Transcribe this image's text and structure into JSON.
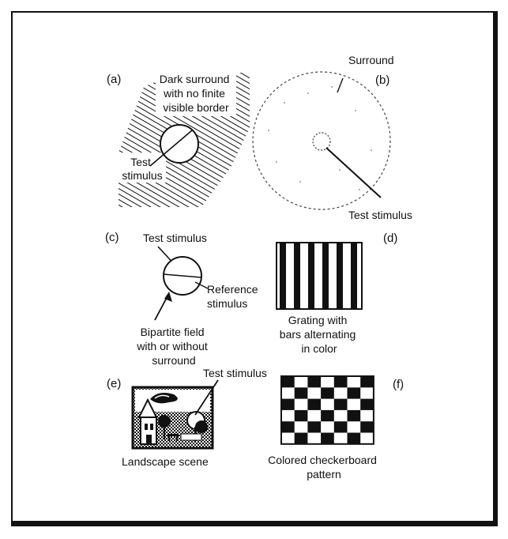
{
  "colors": {
    "ink": "#111111",
    "paper": "#ffffff"
  },
  "panels": {
    "a": {
      "letter": "(a)",
      "surround_lines": [
        "Dark surround",
        "with no finite",
        "visible border"
      ],
      "test_lines": [
        "Test",
        "stimulus"
      ]
    },
    "b": {
      "letter": "(b)",
      "surround": "Surround",
      "test": "Test stimulus"
    },
    "c": {
      "letter": "(c)",
      "test": "Test stimulus",
      "reference_lines": [
        "Reference",
        "stimulus"
      ],
      "bipartite_lines": [
        "Bipartite field",
        "with or without",
        "surround"
      ]
    },
    "d": {
      "letter": "(d)",
      "caption_lines": [
        "Grating with",
        "bars alternating",
        "in color"
      ]
    },
    "e": {
      "letter": "(e)",
      "test": "Test stimulus",
      "caption": "Landscape scene"
    },
    "f": {
      "letter": "(f)",
      "caption_lines": [
        "Colored checkerboard",
        "pattern"
      ]
    }
  }
}
